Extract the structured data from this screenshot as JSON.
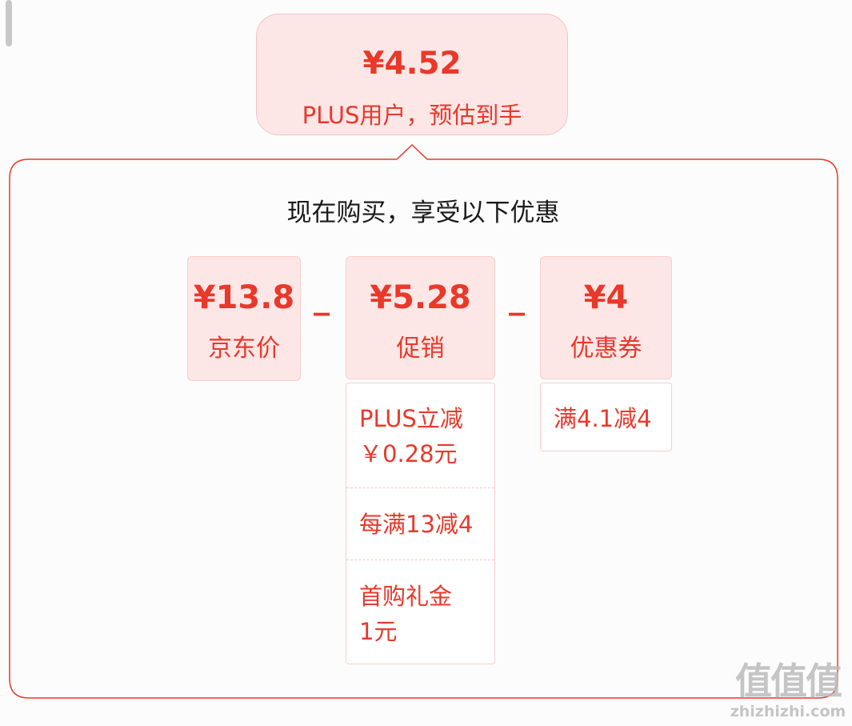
{
  "summary": {
    "price": "¥4.52",
    "caption": "PLUS用户，预估到手"
  },
  "panel": {
    "title": "现在购买，享受以下优惠"
  },
  "breakdown": {
    "minus_sign": "_",
    "items": [
      {
        "amount": "¥13.8",
        "label": "京东价",
        "details": []
      },
      {
        "amount": "¥5.28",
        "label": "促销",
        "details": [
          {
            "line1": "PLUS立减",
            "line2": "￥0.28元"
          },
          {
            "line1": "每满13减4",
            "line2": ""
          },
          {
            "line1": "首购礼金",
            "line2": "1元"
          }
        ]
      },
      {
        "amount": "¥4",
        "label": "优惠券",
        "details": [
          {
            "line1": "满4.1减4",
            "line2": ""
          }
        ]
      }
    ]
  },
  "watermark": {
    "mark": "值值值",
    "url": "zhizhizhi.com"
  },
  "colors": {
    "accent": "#e8392b",
    "card_bg": "#fde7e6",
    "outline": "#e8392b",
    "title_text": "#1a1a1a"
  }
}
